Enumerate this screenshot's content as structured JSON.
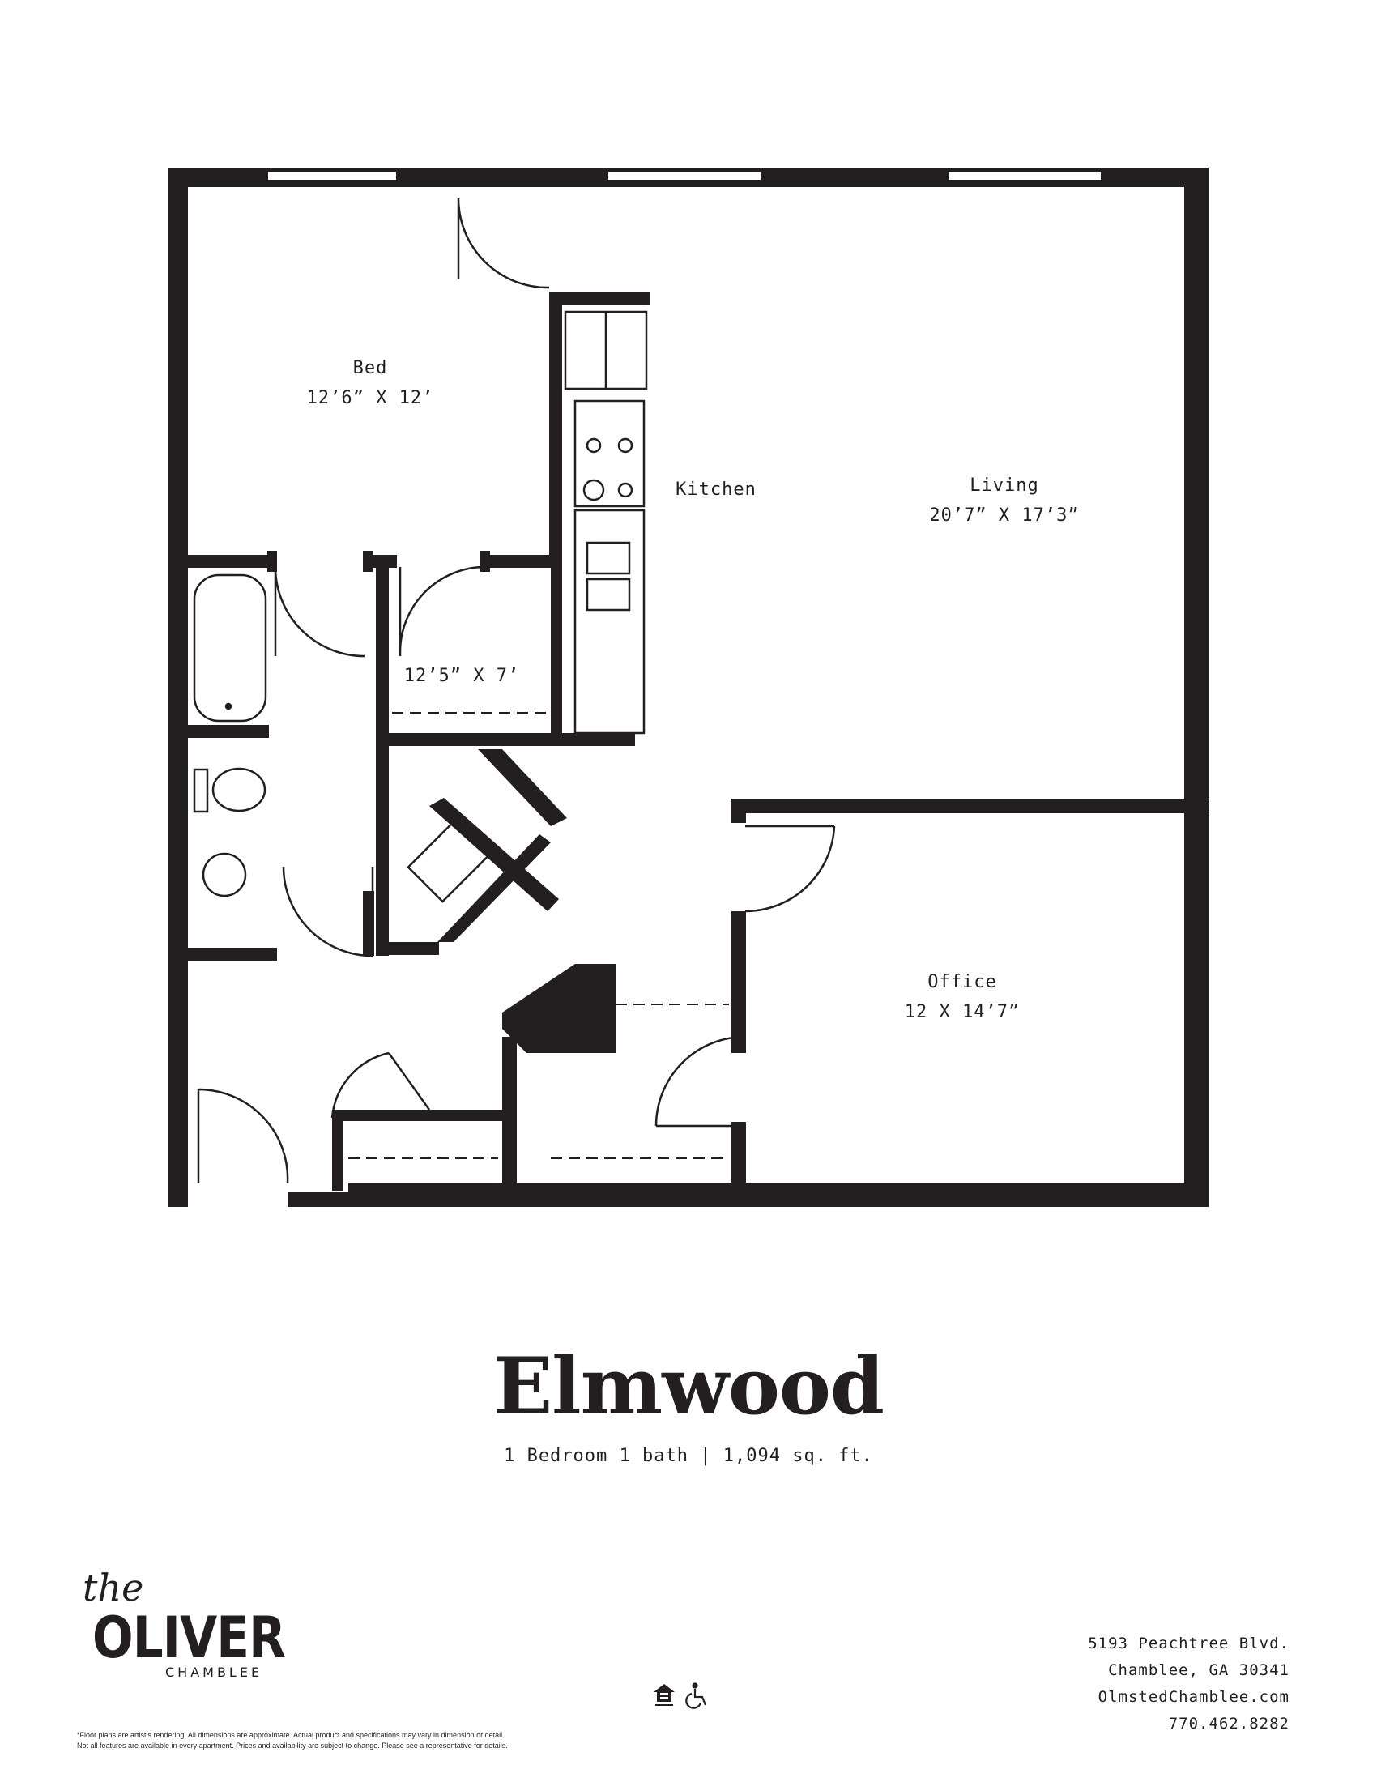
{
  "rooms": {
    "bed": {
      "name": "Bed",
      "dims": "12’6” X 12’"
    },
    "kitchen": {
      "name": "Kitchen"
    },
    "living": {
      "name": "Living",
      "dims": "20’7” X 17’3”"
    },
    "walk_in": {
      "dims": "12’5” X 7’"
    },
    "office": {
      "name": "Office",
      "dims": "12 X 14’7”"
    }
  },
  "plan_title": "Elmwood",
  "plan_subtitle": "1 Bedroom 1 bath | 1,094 sq. ft.",
  "brand": {
    "the": "the",
    "name": "OLIVER",
    "city": "CHAMBLEE"
  },
  "disclaimer": {
    "line1": "*Floor plans are artist’s rendering. All dimensions are approximate. Actual product and specifications may vary in dimension or detail.",
    "line2": "Not all features are available in every apartment. Prices and availability are subject to change. Please see a representative for details."
  },
  "contact": {
    "street": "5193 Peachtree Blvd.",
    "city_line": "Chamblee, GA 30341",
    "website": "OlmstedChamblee.com",
    "phone": "770.462.8282"
  },
  "icons": [
    "equal-housing-icon",
    "wheelchair-accessible-icon"
  ],
  "colors": {
    "ink": "#231f20",
    "paper": "#ffffff"
  }
}
